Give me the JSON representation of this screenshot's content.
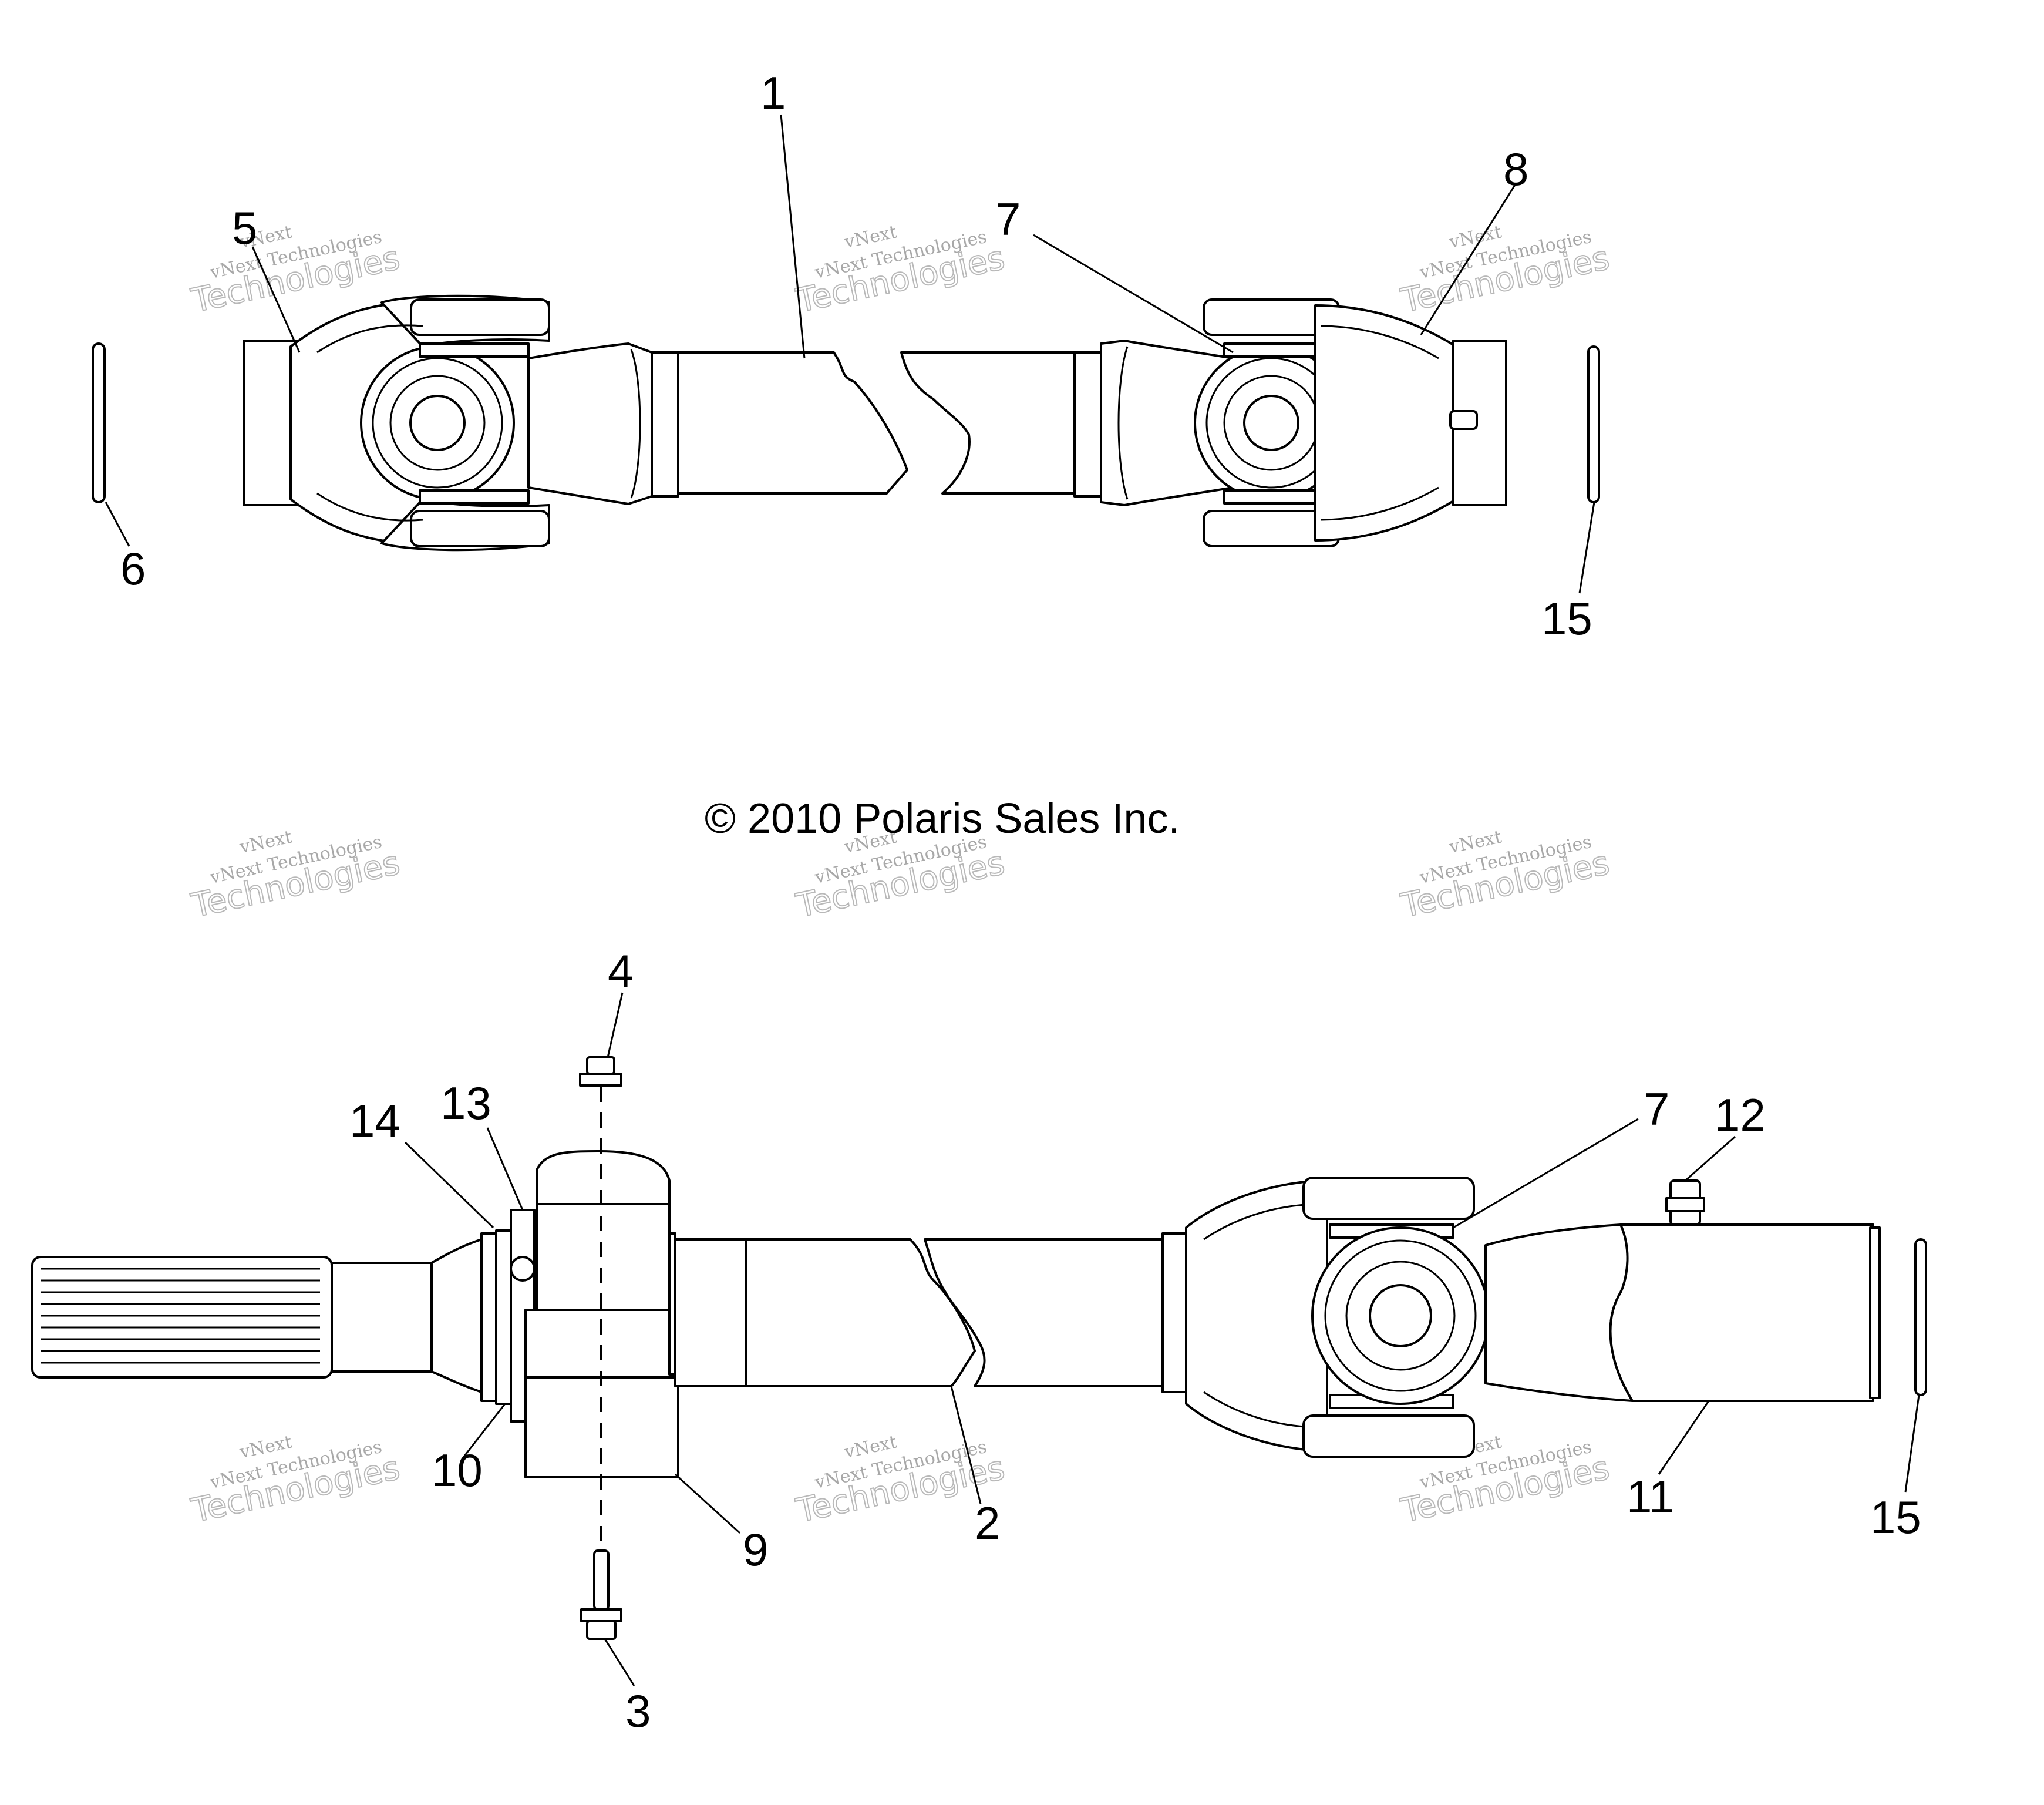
{
  "copyright": "© 2010 Polaris Sales Inc.",
  "watermark": {
    "line1": "vNext",
    "line2": "vNext Technologies",
    "line3": "Technologies"
  },
  "callouts": {
    "c1": "1",
    "c2": "2",
    "c3": "3",
    "c4": "4",
    "c5": "5",
    "c6": "6",
    "c7_top": "7",
    "c7_bottom": "7",
    "c8": "8",
    "c9": "9",
    "c10": "10",
    "c11": "11",
    "c12": "12",
    "c13": "13",
    "c14": "14",
    "c15_top": "15",
    "c15_bottom": "15"
  },
  "colors": {
    "line": "#000000",
    "watermark": "#a8a8a8",
    "background": "#ffffff"
  }
}
